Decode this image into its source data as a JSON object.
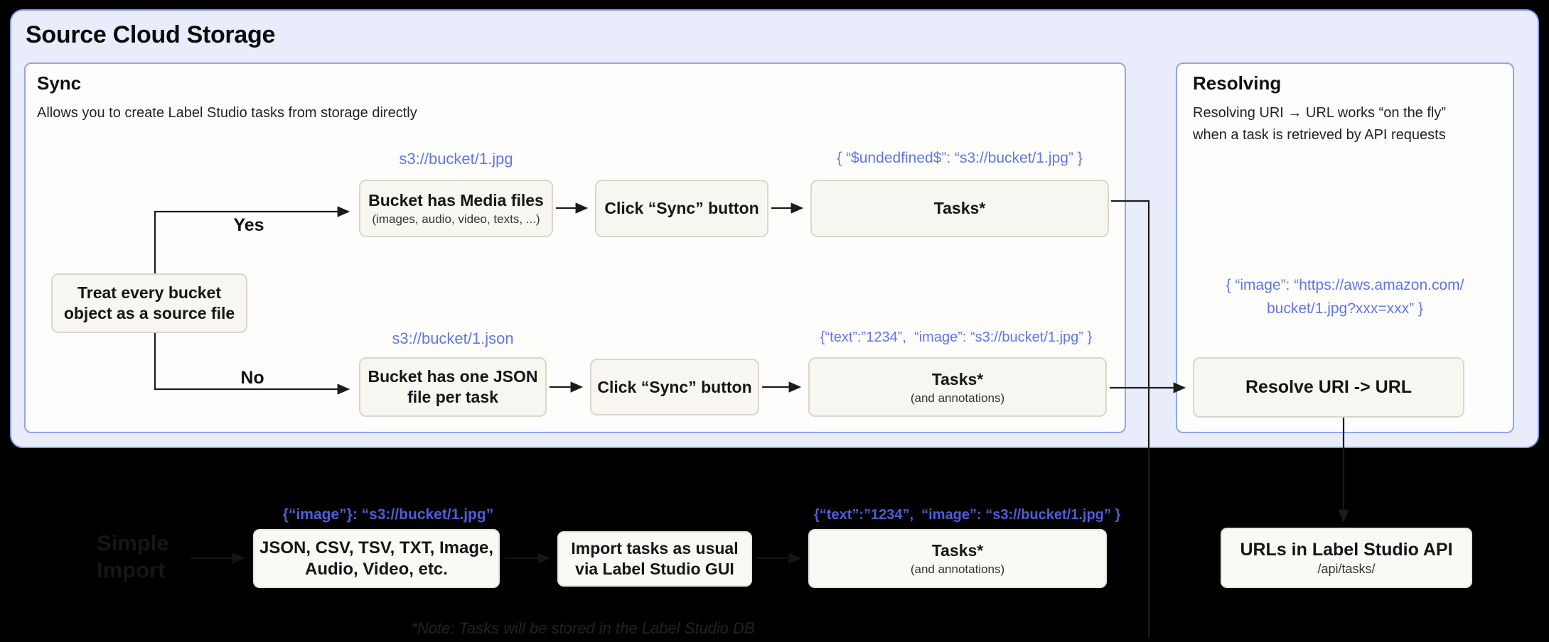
{
  "title": "Source Cloud Storage",
  "colors": {
    "container_fill": "#e9edfb",
    "container_border": "#8997e8",
    "panel_fill": "#fdfdfb",
    "panel_border": "#96a3ec",
    "stepbox_fill": "#f7f6f1",
    "stepbox_border": "#dcd6c9",
    "blue_label": "#6276e2",
    "blue_label_on_black": "#4c5fd8",
    "line_color": "#1c1c1c",
    "page_background": "#000000"
  },
  "sync_panel": {
    "title": "Sync",
    "description": "Allows you to create Label Studio tasks from storage directly",
    "decision": {
      "line1": "Treat every bucket",
      "line2": "object as a source file"
    },
    "yes_label": "Yes",
    "no_label": "No",
    "row_media": {
      "uri_label": "s3://bucket/1.jpg",
      "step1_title": "Bucket has Media files",
      "step1_subtitle": "(images, audio, video, texts, ...)",
      "step2_label": "Click “Sync” button",
      "json_label": "{ “$undedfined$”: “s3://bucket/1.jpg” }",
      "step3_label": "Tasks*"
    },
    "row_json": {
      "uri_label": "s3://bucket/1.json",
      "step1_line1": "Bucket has one JSON",
      "step1_line2": "file per task",
      "step2_label": "Click “Sync” button",
      "json_label": "{“text”:”1234”,  “image”: “s3://bucket/1.jpg” }",
      "step3_label": "Tasks*",
      "step3_subtitle": "(and annotations)"
    }
  },
  "resolving_panel": {
    "title": "Resolving",
    "description_line1": "Resolving URI → URL works “on the fly”",
    "description_line2": "when a task is retrieved by API requests",
    "json_line1": "{ “image”: “https://aws.amazon.com/",
    "json_line2": "bucket/1.jpg?xxx=xxx” }",
    "resolve_label": "Resolve URI -> URL"
  },
  "bottom_row": {
    "simple_import_line1": "Simple",
    "simple_import_line2": "Import",
    "formats_json_label": "{“image”}: “s3://bucket/1.jpg”",
    "formats_line1": "JSON, CSV, TSV, TXT, Image,",
    "formats_line2": "Audio, Video, etc.",
    "gui_line1": "Import tasks as usual",
    "gui_line2": "via Label Studio GUI",
    "tasks_json_label": "{“text”:”1234”,  “image”: “s3://bucket/1.jpg” }",
    "tasks_label": "Tasks*",
    "tasks_subtitle": "(and annotations)",
    "api_label": "URLs in Label Studio API",
    "api_subtitle": "/api/tasks/",
    "note": "*Note: Tasks will be stored in the Label Studio DB"
  }
}
